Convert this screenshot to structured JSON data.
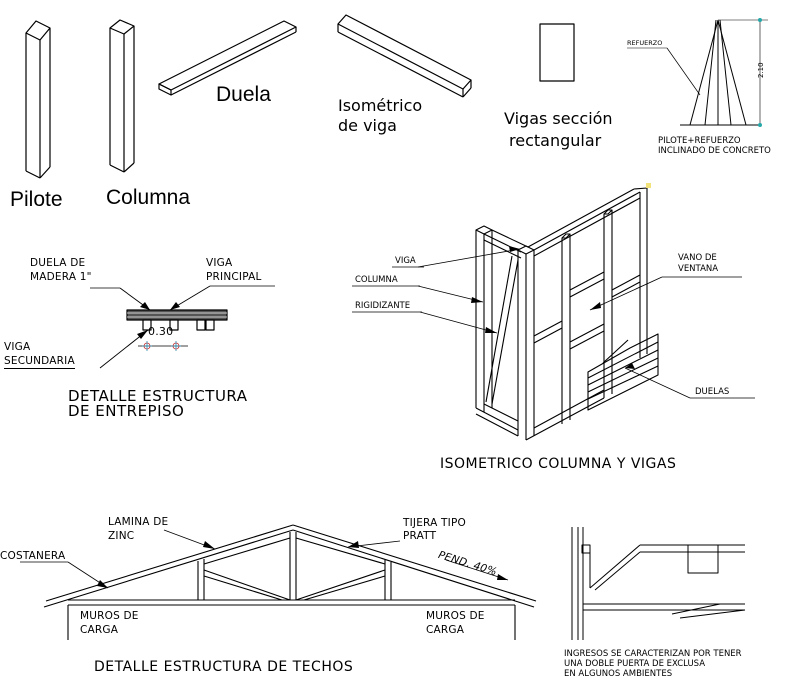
{
  "top": {
    "pilote": "Pilote",
    "columna": "Columna",
    "duela": "Duela",
    "isometrico_viga_l1": "Isométrico",
    "isometrico_viga_l2": "de viga",
    "vigas_seccion_l1": "Vigas sección",
    "vigas_seccion_l2": "rectangular",
    "refuerzo": "REFUERZO",
    "dimension": "2.10",
    "pilote_refuerzo_l1": "PILOTE+REFUERZO",
    "pilote_refuerzo_l2": "INCLINADO DE CONCRETO"
  },
  "entrepiso": {
    "duela_l1": "DUELA DE",
    "duela_l2": "MADERA 1\"",
    "viga_l1": "VIGA",
    "viga_l2": "PRINCIPAL",
    "dim": "0.30",
    "secundaria_l1": "VIGA",
    "secundaria_l2": "SECUNDARIA",
    "title_l1": "DETALLE ESTRUCTURA",
    "title_l2": "DE ENTREPISO"
  },
  "isometrico": {
    "viga": "VIGA",
    "columna": "COLUMNA",
    "rigidizante": "RIGIDIZANTE",
    "vano_l1": "VANO DE",
    "vano_l2": "VENTANA",
    "duelas": "DUELAS",
    "title": "ISOMETRICO COLUMNA Y VIGAS"
  },
  "techos": {
    "lamina_l1": "LAMINA DE",
    "lamina_l2": "ZINC",
    "tijera_l1": "TIJERA TIPO",
    "tijera_l2": "PRATT",
    "costanera": "COSTANERA",
    "pend": "PEND. 40%",
    "muros_left_l1": "MUROS DE",
    "muros_left_l2": "CARGA",
    "muros_right_l1": "MUROS DE",
    "muros_right_l2": "CARGA",
    "title": "DETALLE ESTRUCTURA DE TECHOS"
  },
  "ingresos": {
    "l1": "INGRESOS SE CARACTERIZAN POR TENER",
    "l2": "UNA DOBLE PUERTA DE EXCLUSA",
    "l3": "EN ALGUNOS AMBIENTES"
  }
}
